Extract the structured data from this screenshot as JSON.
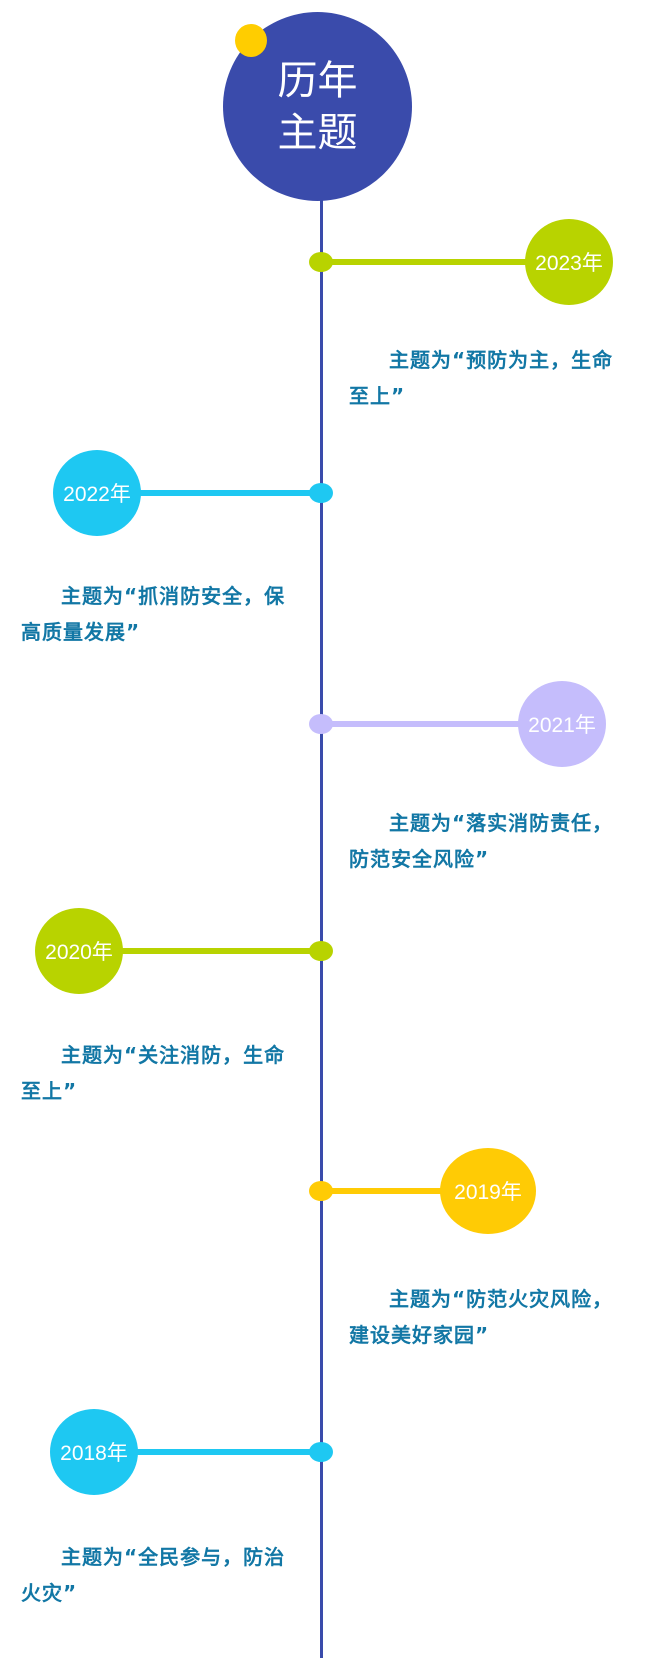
{
  "header": {
    "line1": "历年",
    "line2": "主题"
  },
  "colors": {
    "axis": "#3a4bab",
    "accent_dot": "#ffcd00",
    "text": "#1277a5"
  },
  "items": [
    {
      "year": "2023年",
      "theme": "主题为“预防为主，生命至上”",
      "color": "#b8d300"
    },
    {
      "year": "2022年",
      "theme": "主题为“抓消防安全，保高质量发展”",
      "color": "#1ec8f2"
    },
    {
      "year": "2021年",
      "theme": "主题为“落实消防责任，防范安全风险”",
      "color": "#c5bdfc"
    },
    {
      "year": "2020年",
      "theme": "主题为“关注消防，生命至上”",
      "color": "#b8d300"
    },
    {
      "year": "2019年",
      "theme": "主题为“防范火灾风险，建设美好家园”",
      "color": "#ffcb05"
    },
    {
      "year": "2018年",
      "theme": "主题为“全民参与，防治火灾”",
      "color": "#1ec8f2"
    }
  ]
}
